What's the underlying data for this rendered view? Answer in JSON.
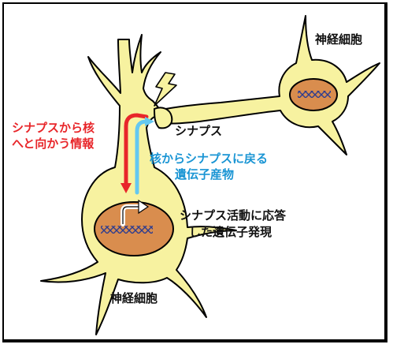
{
  "colors": {
    "cell_body": "#f7f2a0",
    "nucleus": "#d98d4e",
    "outline": "#000000",
    "dna": "#2f3d8e",
    "red_arrow": "#e8262a",
    "blue_arrow": "#64c8f0",
    "lightning": "#f7f2a0"
  },
  "labels": {
    "neuron_top_right": "神経細胞",
    "neuron_bottom": "神経細胞",
    "synapse": "シナプス",
    "red_line1": "シナプスから核",
    "red_line2": "へと向かう情報",
    "blue_line1": "核からシナプスに戻る",
    "blue_line2": "遺伝子産物",
    "expr_line1": "シナプス活動に応答",
    "expr_line2": "した遺伝子発現"
  },
  "icons": {
    "lightning": "lightning-bolt-icon",
    "gene_arrow": "bent-arrow-icon"
  }
}
